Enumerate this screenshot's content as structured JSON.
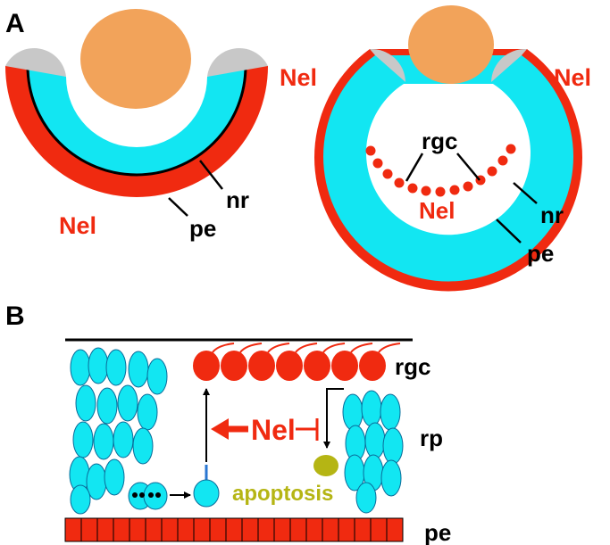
{
  "panelA": {
    "label": "A",
    "left": {
      "nel": "Nel",
      "nr": "nr",
      "pe": "pe"
    },
    "right": {
      "nel_left": "Nel",
      "nel_right": "Nel",
      "nel_inner": "Nel",
      "rgc": "rgc",
      "nr": "nr",
      "pe": "pe"
    }
  },
  "panelB": {
    "label": "B",
    "rgc": "rgc",
    "rp": "rp",
    "pe": "pe",
    "nel": "Nel",
    "apoptosis": "apoptosis"
  },
  "colors": {
    "cyan": "#12e6f2",
    "red": "#f02a10",
    "orange": "#f2a35a",
    "gray": "#c8c8c8",
    "olive": "#b5b514"
  }
}
